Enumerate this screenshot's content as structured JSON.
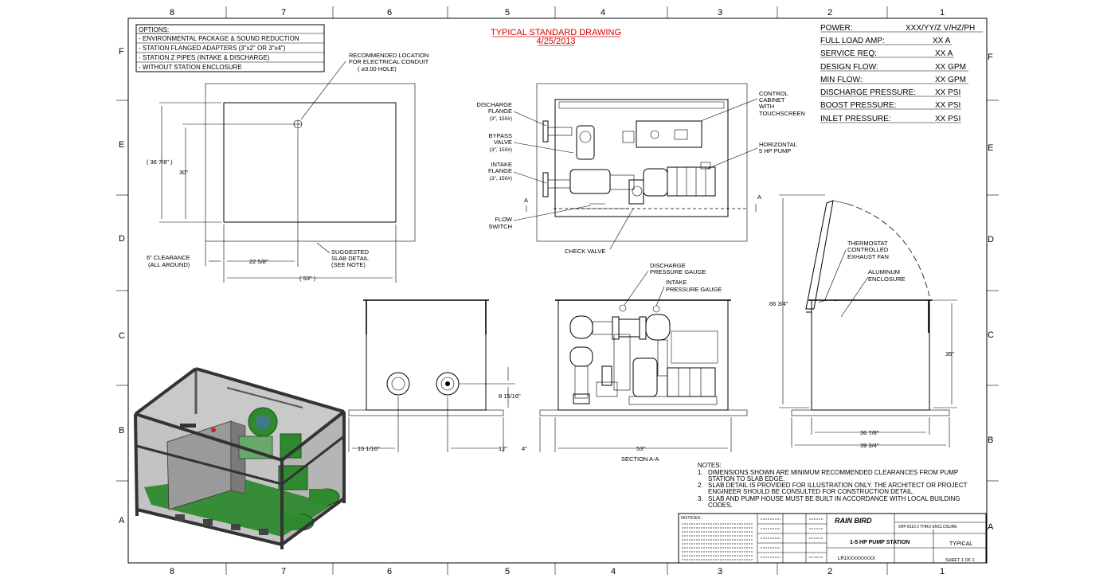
{
  "title": {
    "line1": "TYPICAL STANDARD DRAWING",
    "line2": "4/25/2013"
  },
  "options": {
    "heading": "OPTIONS:",
    "items": [
      "- ENVIRONMENTAL PACKAGE & SOUND REDUCTION",
      "- STATION FLANGED ADAPTERS (3\"x2\" OR 3\"x4\")",
      "- STATION Z PIPES (INTAKE & DISCHARGE)",
      "- WITHOUT STATION ENCLOSURE"
    ]
  },
  "specs": [
    {
      "label": "POWER:",
      "value": "XXX/YY/Z V/HZ/PH"
    },
    {
      "label": "FULL LOAD AMP:",
      "value": "XX A"
    },
    {
      "label": "SERVICE REQ:",
      "value": "XX A"
    },
    {
      "label": "DESIGN FLOW:",
      "value": "XX GPM"
    },
    {
      "label": "MIN FLOW:",
      "value": "XX GPM"
    },
    {
      "label": "DISCHARGE PRESSURE:",
      "value": "XX PSI"
    },
    {
      "label": "BOOST PRESSURE:",
      "value": "XX PSI"
    },
    {
      "label": "INLET PRESSURE:",
      "value": "XX PSI"
    }
  ],
  "grid": {
    "cols": [
      "8",
      "7",
      "6",
      "5",
      "4",
      "3",
      "2",
      "1"
    ],
    "rows": [
      "F",
      "E",
      "D",
      "C",
      "B",
      "A"
    ]
  },
  "plan": {
    "conduit": [
      "RECOMMENDED LOCATION",
      "FOR ELECTRICAL CONDUIT",
      "( ⌀3.00 HOLE)"
    ],
    "dim_outer_v": "( 36 7/8\" )",
    "dim_inner_v": "30\"",
    "clearance": [
      "6\" CLEARANCE",
      "(ALL AROUND)"
    ],
    "dim_h1": "22 5/8\"",
    "dim_h2": "( 53\" )",
    "slab": [
      "SUGGESTED",
      "SLAB DETAIL",
      "(SEE NOTE)"
    ]
  },
  "top_view": {
    "discharge_flange": [
      "DISCHARGE",
      "FLANGE",
      "(3\", 150#)"
    ],
    "bypass_valve": [
      "BYPASS",
      "VALVE",
      "(3\", 150#)"
    ],
    "intake_flange": [
      "INTAKE",
      "FLANGE",
      "(3\", 150#)"
    ],
    "flow_switch": [
      "FLOW",
      "SWITCH"
    ],
    "check_valve": "CHECK VALVE",
    "control_cabinet": [
      "CONTROL",
      "CABINET",
      "WITH",
      "TOUCHSCREEN"
    ],
    "pump": [
      "HORIZONTAL",
      "5 HP PUMP"
    ],
    "section_mark": "A"
  },
  "side_view": {
    "dim_v": "8 15/16\"",
    "dim_h1": "15 1/16\"",
    "dim_h2": "12\""
  },
  "section": {
    "discharge_gauge": [
      "DISCHARGE",
      "PRESSURE GAUGE"
    ],
    "intake_gauge": [
      "INTAKE",
      "PRESSURE GAUGE"
    ],
    "dim_h": "53\"",
    "dim_side": "4\"",
    "label": "SECTION A-A"
  },
  "end_view": {
    "thermostat": [
      "THERMOSTAT",
      "CONTROLLED",
      "EXHAUST FAN"
    ],
    "enclosure": [
      "ALUMINUM",
      "ENCLOSURE"
    ],
    "dim_total_h": "66 3/4\"",
    "dim_h": "35\"",
    "dim_w1": "36 7/8\"",
    "dim_w2": "39 3/4\""
  },
  "notes": {
    "heading": "NOTES:",
    "items": [
      [
        "1.",
        "DIMENSIONS SHOWN ARE MINIMUM RECOMMENDED CLEARANCES FROM PUMP",
        "STATION TO SLAB EDGE."
      ],
      [
        "2.",
        "SLAB DETAIL IS PROVIDED FOR ILLUSTRATION ONLY. THE ARCHITECT OR PROJECT",
        "ENGINEER SHOULD BE CONSULTED FOR CONSTRUCTION DETAIL."
      ],
      [
        "3.",
        "SLAB AND PUMP HOUSE MUST BE BUILT IN ACCORDANCE WITH LOCAL BUILDING",
        "CODES."
      ]
    ]
  },
  "title_block": {
    "notices": "NOTICES:",
    "brand": "RAIN BIRD",
    "station": "1-5 HP PUMP STATION",
    "drawing_no": "LR1XXXXXXXXX",
    "sub_title": "5HP 8110 2 THRU ENCLOSURE",
    "typical": "TYPICAL",
    "sheet": "SHEET 1 OF 1"
  },
  "colors": {
    "title_red": "#d40000",
    "enclosure_green": "#2f8a2f",
    "frame_gray": "#6f6f6f"
  }
}
